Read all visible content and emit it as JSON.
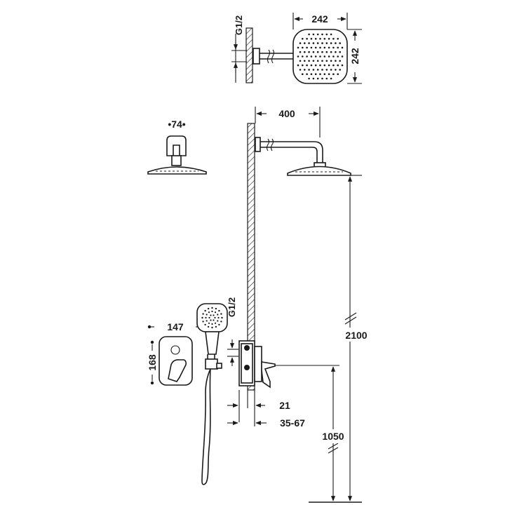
{
  "dimensions": {
    "head_width": "242",
    "head_height": "242",
    "thread_top": "G1/2",
    "arm_projection": "400",
    "arm_depth": "•74•",
    "handshower_width": "147",
    "plate_height": "168",
    "thread_valve": "G1/2",
    "head_height_from_floor": "2100",
    "valve_height_from_floor": "1050",
    "wall_recess": "21",
    "recess_range": "35-67"
  }
}
